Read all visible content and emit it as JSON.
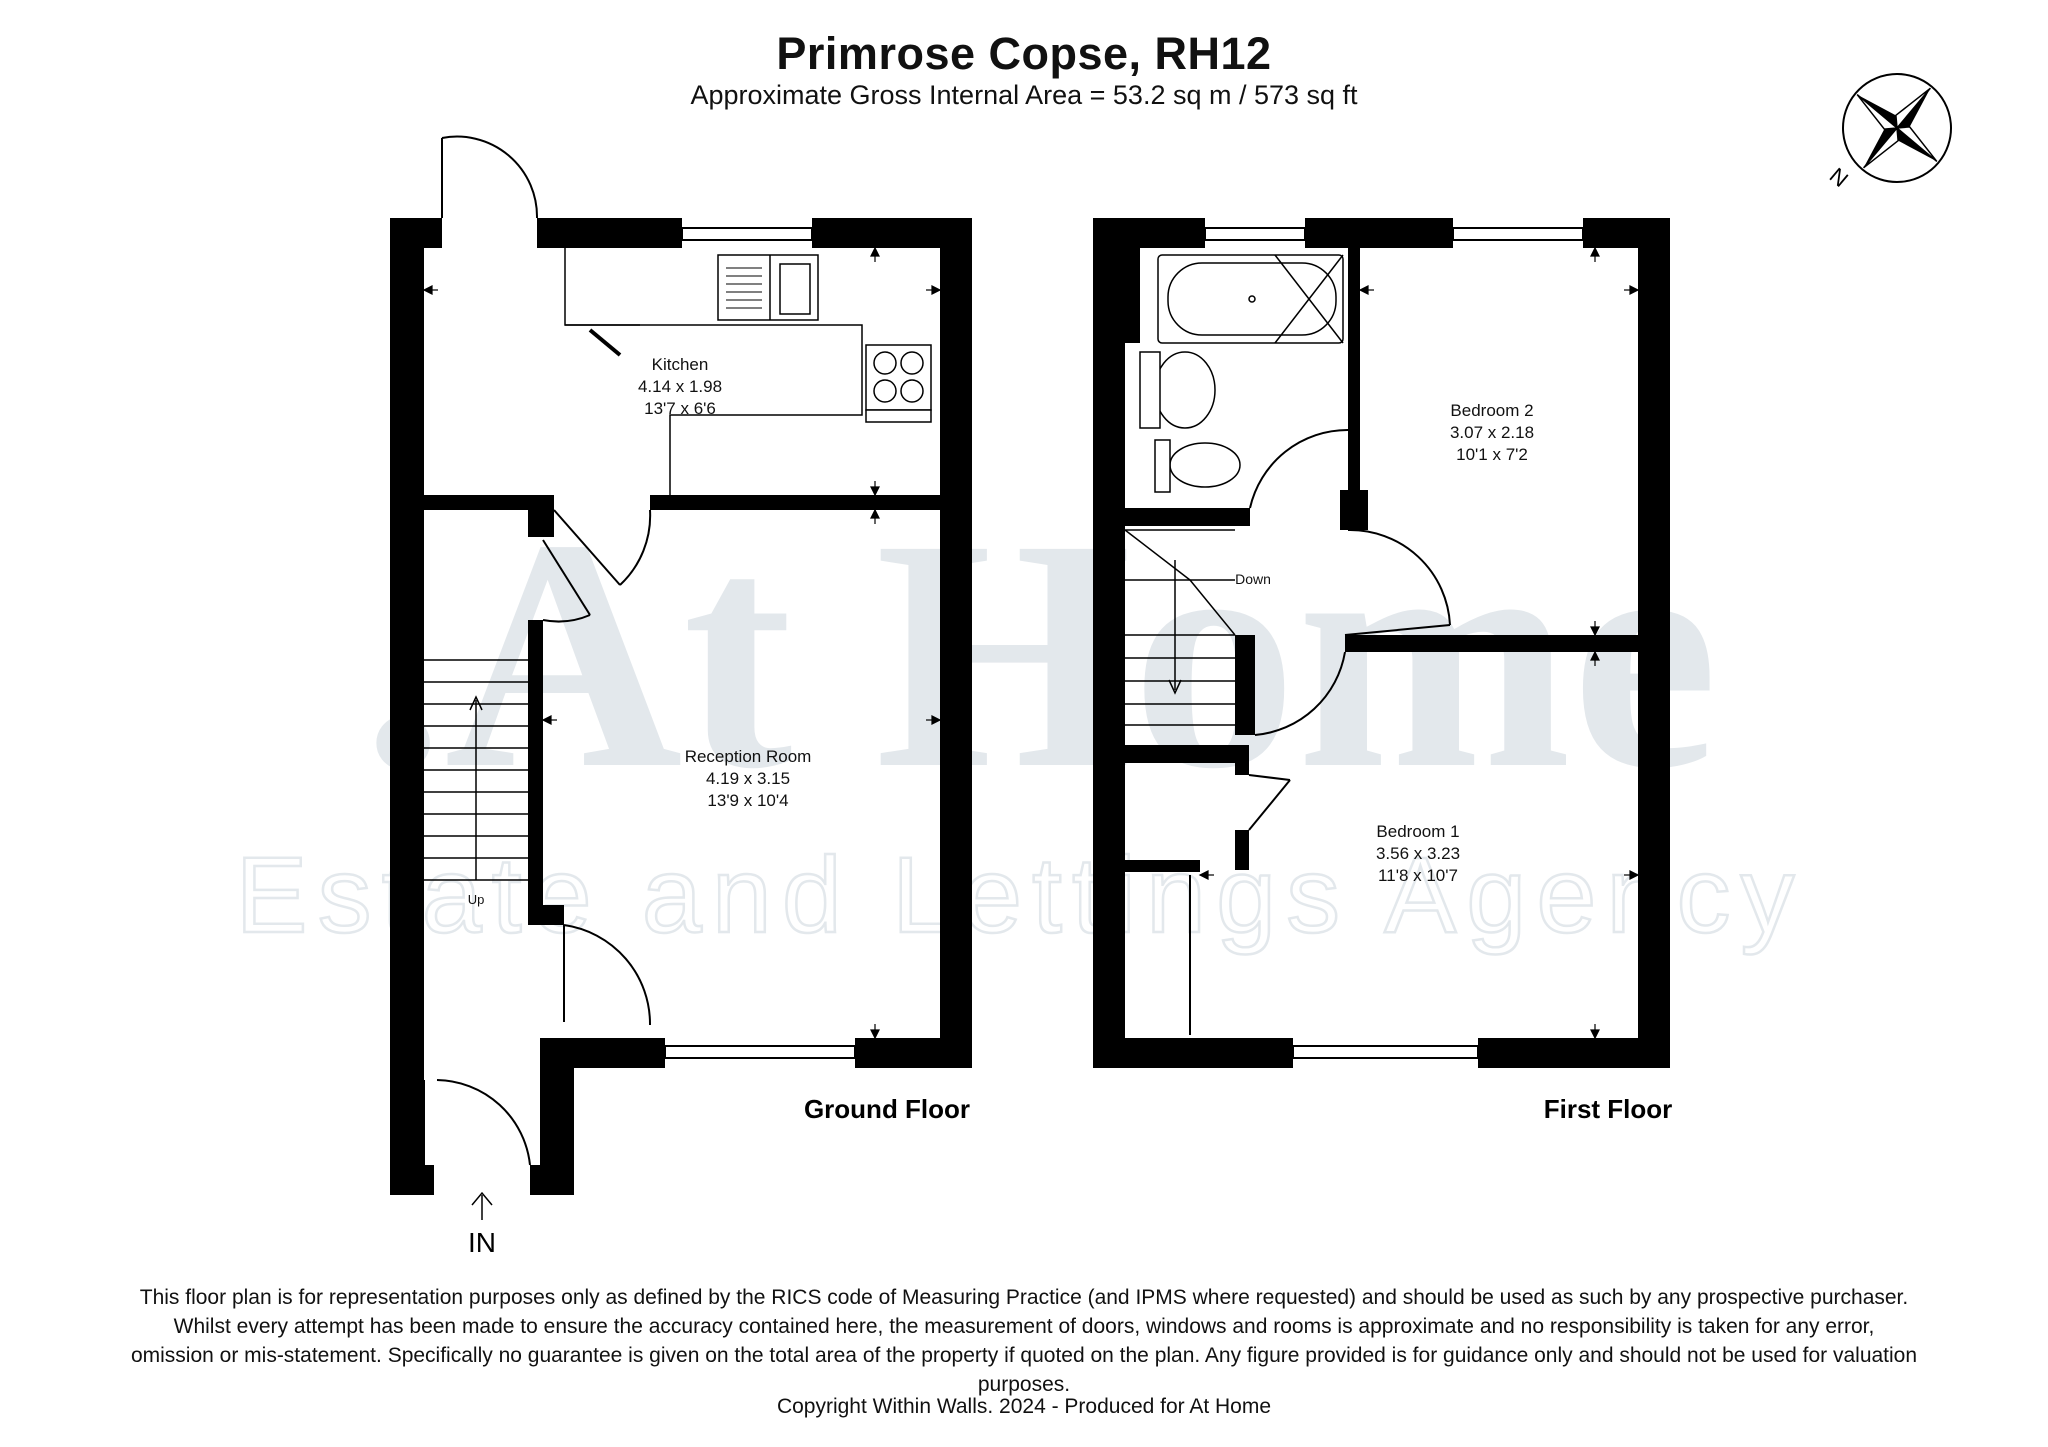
{
  "header": {
    "title": "Primrose Copse, RH12",
    "area": "Approximate Gross Internal Area = 53.2 sq m / 573 sq ft"
  },
  "watermark": {
    "brand": ".At Home",
    "tagline": "Estate and Lettings Agency"
  },
  "compass": {
    "label": "N"
  },
  "floors": {
    "ground": {
      "label": "Ground Floor"
    },
    "first": {
      "label": "First Floor"
    }
  },
  "rooms": {
    "kitchen": {
      "name": "Kitchen",
      "metric": "4.14 x 1.98",
      "imperial": "13'7 x 6'6"
    },
    "reception": {
      "name": "Reception Room",
      "metric": "4.19 x 3.15",
      "imperial": "13'9 x 10'4"
    },
    "bedroom2": {
      "name": "Bedroom 2",
      "metric": "3.07 x 2.18",
      "imperial": "10'1 x 7'2"
    },
    "bedroom1": {
      "name": "Bedroom 1",
      "metric": "3.56 x 3.23",
      "imperial": "11'8 x 10'7"
    }
  },
  "stairs": {
    "up": "Up",
    "down": "Down"
  },
  "entrance": {
    "label": "IN"
  },
  "colors": {
    "wall": "#000000",
    "watermark": "#e3e8ec"
  },
  "footer": {
    "disclaimer": "This floor plan is for representation purposes only as defined by the RICS code of Measuring Practice (and IPMS where requested) and should be used as such by any prospective purchaser. Whilst every attempt has been made to ensure the accuracy contained here, the measurement of doors, windows and rooms is approximate and no responsibility is taken for any error, omission or mis-statement. Specifically no guarantee is given on the total area of the property if quoted on the plan. Any figure provided is for guidance only and should not be used for valuation purposes.",
    "copyright": "Copyright Within Walls. 2024 - Produced for At Home"
  }
}
